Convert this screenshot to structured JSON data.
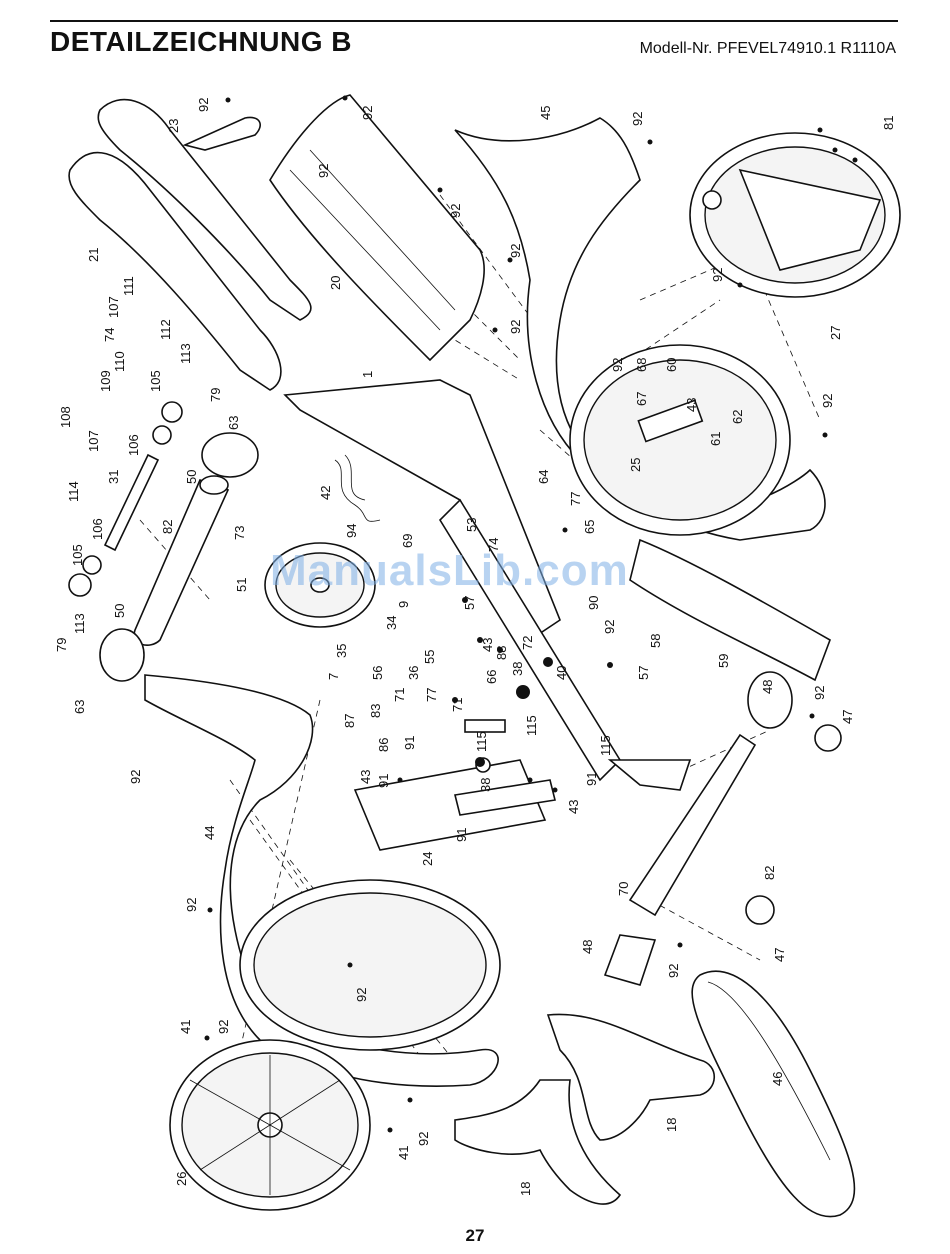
{
  "header": {
    "title": "DETAILZEICHNUNG B",
    "model": "Modell-Nr. PFEVEL74910.1 R1110A"
  },
  "footer": {
    "page_number": "27"
  },
  "watermark": "ManualsLib.com",
  "callouts": [
    "92",
    "23",
    "92",
    "45",
    "92",
    "81",
    "21",
    "20",
    "92",
    "92",
    "92",
    "92",
    "92",
    "27",
    "111",
    "107",
    "74",
    "112",
    "110",
    "113",
    "105",
    "109",
    "79",
    "1",
    "92",
    "68",
    "60",
    "67",
    "43",
    "62",
    "61",
    "108",
    "107",
    "114",
    "31",
    "106",
    "63",
    "50",
    "82",
    "73",
    "42",
    "25",
    "92",
    "64",
    "77",
    "65",
    "94",
    "69",
    "53",
    "74",
    "51",
    "9",
    "57",
    "58",
    "90",
    "92",
    "72",
    "105",
    "106",
    "35",
    "34",
    "7",
    "56",
    "36",
    "55",
    "43",
    "88",
    "66",
    "38",
    "40",
    "57",
    "59",
    "79",
    "113",
    "50",
    "63",
    "87",
    "83",
    "71",
    "77",
    "71",
    "115",
    "91",
    "86",
    "115",
    "115",
    "91",
    "48",
    "92",
    "47",
    "92",
    "43",
    "91",
    "38",
    "43",
    "91",
    "24",
    "70",
    "82",
    "44",
    "92",
    "47",
    "48",
    "92",
    "92",
    "41",
    "92",
    "46",
    "18",
    "41",
    "92",
    "26",
    "18"
  ]
}
